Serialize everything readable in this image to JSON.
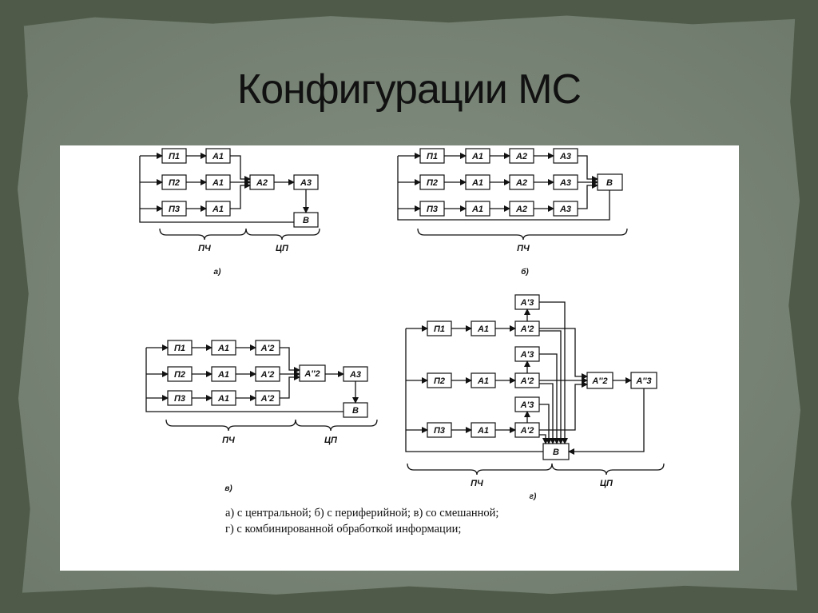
{
  "slide": {
    "title": "Конфигурации МС"
  },
  "diagram": {
    "a": {
      "p1": "П1",
      "p2": "П2",
      "p3": "П3",
      "a1": "А1",
      "a2": "А2",
      "a3": "А3",
      "b": "В",
      "pch": "ПЧ",
      "cp": "ЦП",
      "caption": "а)"
    },
    "b": {
      "p1": "П1",
      "p2": "П2",
      "p3": "П3",
      "a1": "А1",
      "a2": "А2",
      "a3": "А3",
      "b": "В",
      "pch": "ПЧ",
      "caption": "б)"
    },
    "v": {
      "p1": "П1",
      "p2": "П2",
      "p3": "П3",
      "a1": "А1",
      "a2p": "А'2",
      "a2pp": "А''2",
      "a3": "А3",
      "b": "В",
      "pch": "ПЧ",
      "cp": "ЦП",
      "caption": "в)"
    },
    "g": {
      "p1": "П1",
      "p2": "П2",
      "p3": "П3",
      "a1": "А1",
      "a2p": "А'2",
      "a3p": "А'3",
      "a2pp": "А''2",
      "a3pp": "А''3",
      "b": "В",
      "pch": "ПЧ",
      "cp": "ЦП",
      "caption": "г)"
    }
  },
  "legend": {
    "line1": "а) с центральной; б) с периферийной; в) со смешанной;",
    "line2": "г) с комбинированной обработкой информации;"
  }
}
